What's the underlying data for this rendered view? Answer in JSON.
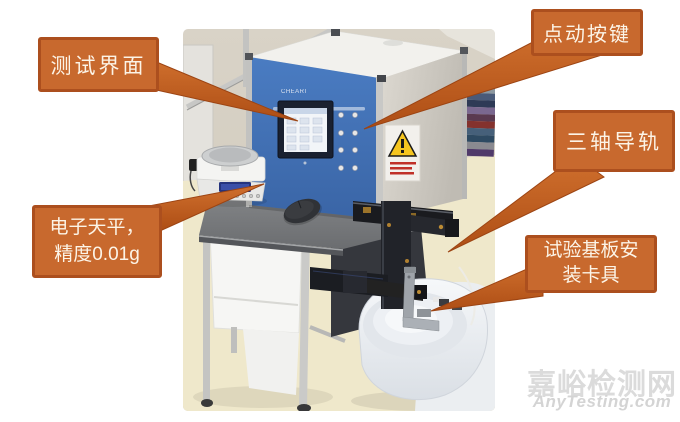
{
  "figure": {
    "kind": "annotated-equipment-photo",
    "background": "#FFFFFF"
  },
  "callouts": [
    {
      "id": "test-interface",
      "lines": [
        "测试界面"
      ]
    },
    {
      "id": "jog-buttons",
      "lines": [
        "点动按键"
      ]
    },
    {
      "id": "three-axis-rails",
      "lines": [
        "三轴导轨"
      ]
    },
    {
      "id": "electronic-balance",
      "lines": [
        "电子天平，",
        "精度0.01g"
      ]
    },
    {
      "id": "substrate-fixture",
      "lines": [
        "试验基板安",
        "装卡具"
      ]
    }
  ],
  "style": {
    "callout_fill": "#C8692E",
    "callout_border": "#AC4F1E",
    "callout_text_color": "#FCF4E7",
    "arrow_color": "#C05C1E",
    "panel_blue": "#4070B4",
    "watermark_color": "#DBDBDB"
  },
  "photo": {
    "brand_label": "CHEARI"
  },
  "watermark": {
    "title": "嘉峪检测网",
    "domain": "AnyTesting.com"
  }
}
